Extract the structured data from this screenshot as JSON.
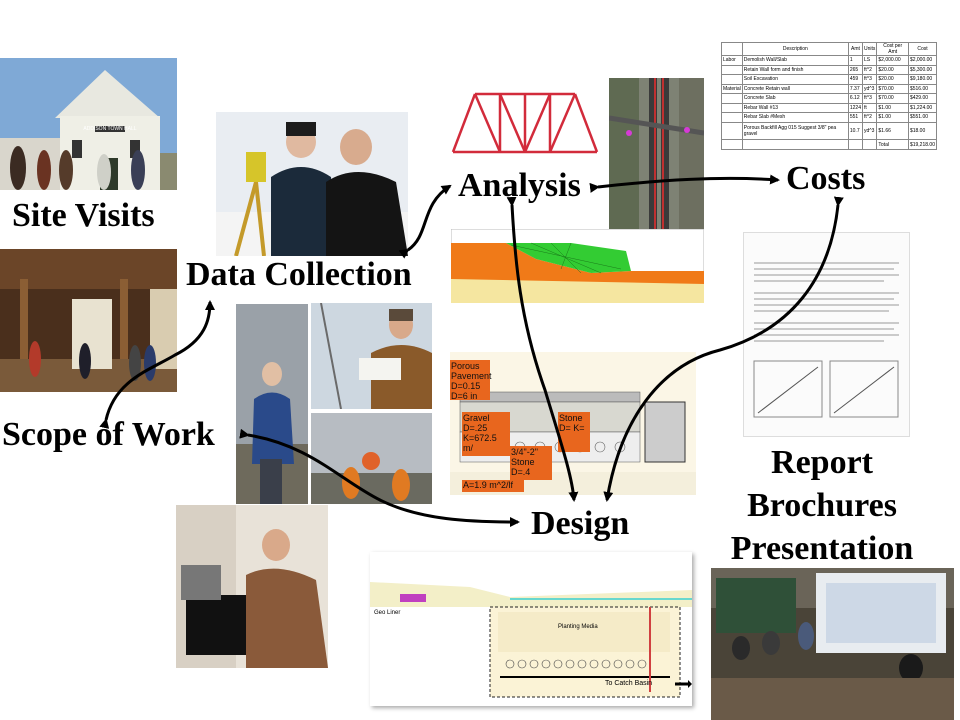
{
  "labels": {
    "site_visits": "Site Visits",
    "data_collection": "Data Collection",
    "scope_of_work": "Scope of Work",
    "analysis": "Analysis",
    "costs": "Costs",
    "design": "Design",
    "report": "Report",
    "brochures": "Brochures",
    "presentation": "Presentation"
  },
  "photos": {
    "town_hall_sign": "ADDISON TOWN HALL"
  },
  "cost_table": {
    "headers": [
      "",
      "Description",
      "Amt",
      "Units",
      "Cost per Amt",
      "Cost"
    ],
    "rows": [
      [
        "Labor",
        "Demolish Wall/Slab",
        "1",
        "LS",
        "$2,000.00",
        "$2,000.00"
      ],
      [
        "",
        "Retain Wall form and finish",
        "265",
        "ft^2",
        "$20.00",
        "$5,300.00"
      ],
      [
        "",
        "Soil Excavation",
        "459",
        "ft^3",
        "$20.00",
        "$9,180.00"
      ],
      [
        "Material",
        "Concrete Retain wall",
        "7.37",
        "yd^3",
        "$70.00",
        "$516.00"
      ],
      [
        "",
        "Concrete Slab",
        "6.12",
        "ft^3",
        "$70.00",
        "$429.00"
      ],
      [
        "",
        "Rebar Wall #13",
        "1224",
        "ft",
        "$1.00",
        "$1,224.00"
      ],
      [
        "",
        "Rebar Slab #Mesh",
        "551",
        "ft^2",
        "$1.00",
        "$551.00"
      ],
      [
        "",
        "Porous Backfill Agg 015 Suggest 3/8\" pea gravel",
        "10.7",
        "yd^3",
        "$1.66",
        "$18.00"
      ],
      [
        "",
        "",
        "",
        "",
        "Total",
        "$19,218.00"
      ]
    ]
  },
  "design_callouts": {
    "porous_pavement": "Porous Pavement D=0.15 D=6 in",
    "gravel": "Gravel D=.25 K=672.5 m/",
    "stone1": "Stone D= K=",
    "stone2": "3/4\"-2\" Stone D=.4",
    "area": "A=1.9 m^2/lf"
  },
  "cross_section": {
    "to_catch_basin": "To Catch Basin",
    "planting_media": "Planting Media",
    "geo_liner": "Geo Liner"
  },
  "colors": {
    "label_text": "#000000",
    "arrow": "#000000",
    "callout_orange": "#e8661e",
    "slope_green": "#33cc33",
    "soil_orange": "#f07a18",
    "truss_red": "#d22b3b"
  }
}
